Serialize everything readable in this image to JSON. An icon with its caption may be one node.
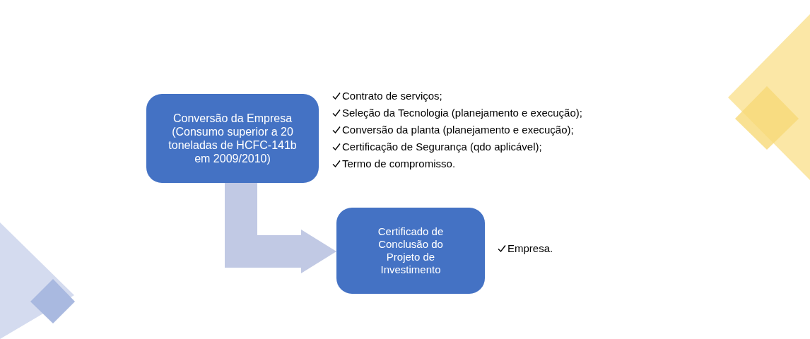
{
  "diagram": {
    "nodes": [
      {
        "text": [
          "Conversão da Empresa (Consumo superior a 20 toneladas de HCFC-141b em 2009/2010)"
        ],
        "beside": [
          "Contrato de serviços;",
          "Seleção da Tecnologia (planejamento e execução);",
          "Conversão da planta (planejamento e execução);",
          "Certificação de Segurança (qdo aplicável);",
          "Termo de compromisso."
        ]
      },
      {
        "text": [
          "Certificado de Conclusão do Projeto de Investimento"
        ],
        "beside": [
          "Empresa."
        ]
      }
    ],
    "edges": [
      {
        "from": 0,
        "to": 1,
        "arrow": "to"
      }
    ]
  }
}
